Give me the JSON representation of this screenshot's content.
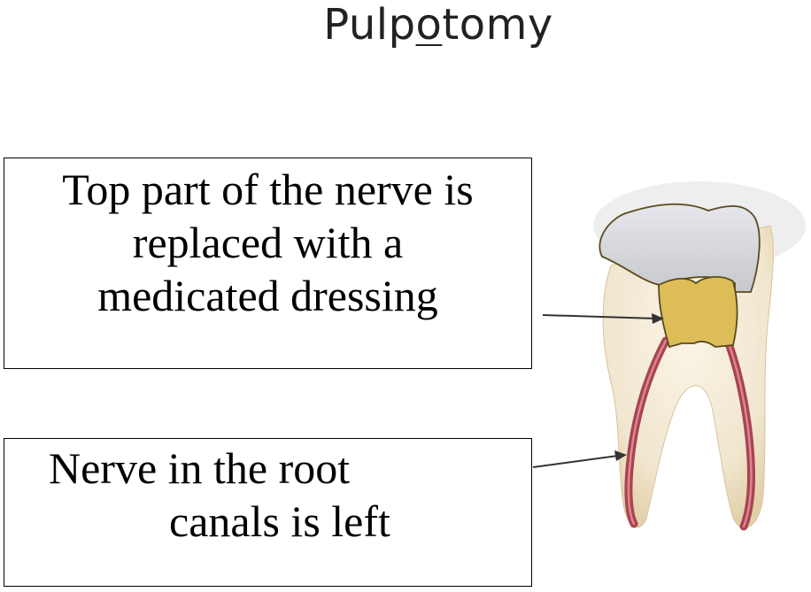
{
  "title": {
    "before": "Pulp",
    "underlined": "o",
    "after": "tomy"
  },
  "labels": {
    "top": {
      "lines": [
        "Top part of the nerve is",
        "replaced with a",
        "medicated dressing"
      ]
    },
    "bottom": {
      "lines": [
        "Nerve in the root",
        "canals is left"
      ]
    }
  },
  "colors": {
    "enamel": "#d2d3d8",
    "dentin": "#f1e6cf",
    "dressing": "#dcbd57",
    "nerve": "#a9434f",
    "outline": "#5a4a1e"
  }
}
